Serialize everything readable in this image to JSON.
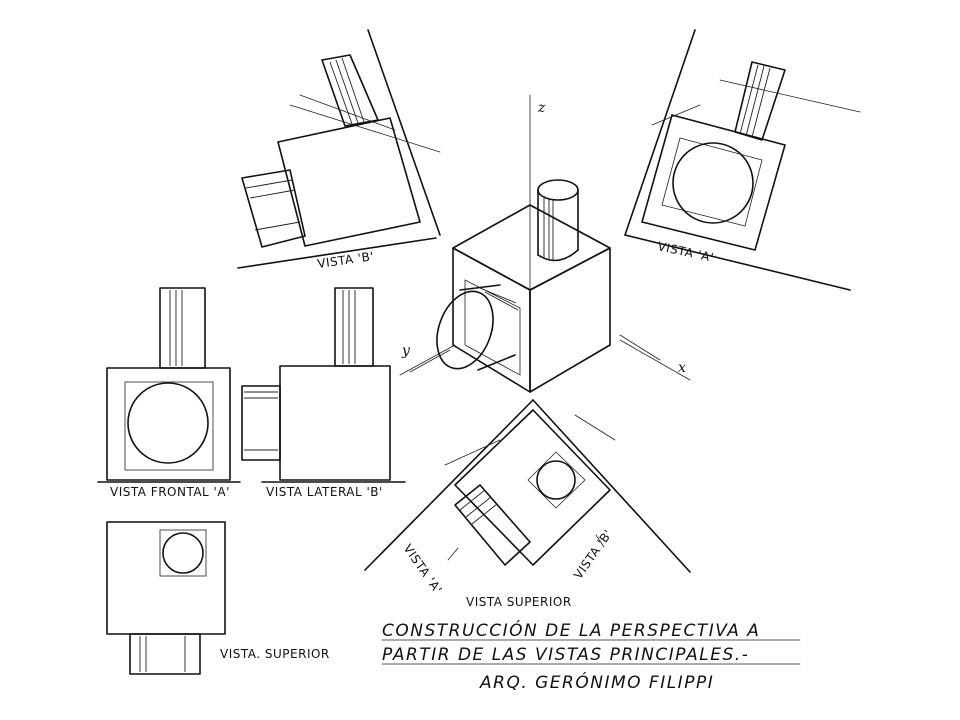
{
  "axes": {
    "x": "x",
    "y": "y",
    "z": "z"
  },
  "labels": {
    "vista_b_top": "VISTA 'B'",
    "vista_a_top": "VISTA 'A'",
    "vista_frontal": "VISTA FRONTAL 'A'",
    "vista_lateral": "VISTA LATERAL 'B'",
    "vista_superior_bottom": "VISTA SUPERIOR",
    "vista_superior_left": "VISTA. SUPERIOR",
    "vista_a_arrow": "VISTA 'A'",
    "vista_b_arrow": "VISTA 'B'"
  },
  "title": {
    "line1": "CONSTRUCCIÓN DE LA PERSPECTIVA A",
    "line2": "PARTIR DE LAS VISTAS PRINCIPALES.-",
    "author": "ARQ. GERÓNIMO FILIPPI"
  }
}
